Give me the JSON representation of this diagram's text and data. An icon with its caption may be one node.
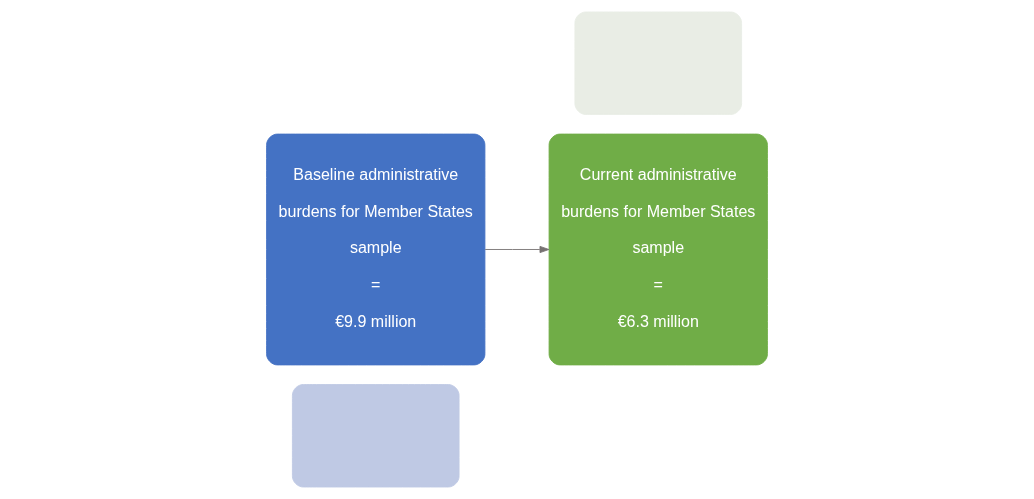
{
  "diagram": {
    "nodes": [
      {
        "text": [],
        "shape": "box"
      },
      {
        "text": [
          "Baseline administrative burdens for Member States sample",
          "=",
          "€9.9 million"
        ]
      },
      {
        "text": [],
        "shape": "box"
      },
      {
        "text": [
          "Current administrative burdens for Member States sample",
          "=",
          "€6.3 million"
        ]
      }
    ],
    "edges": [
      {
        "from": 1,
        "to": 3,
        "arrow": "to"
      }
    ]
  }
}
